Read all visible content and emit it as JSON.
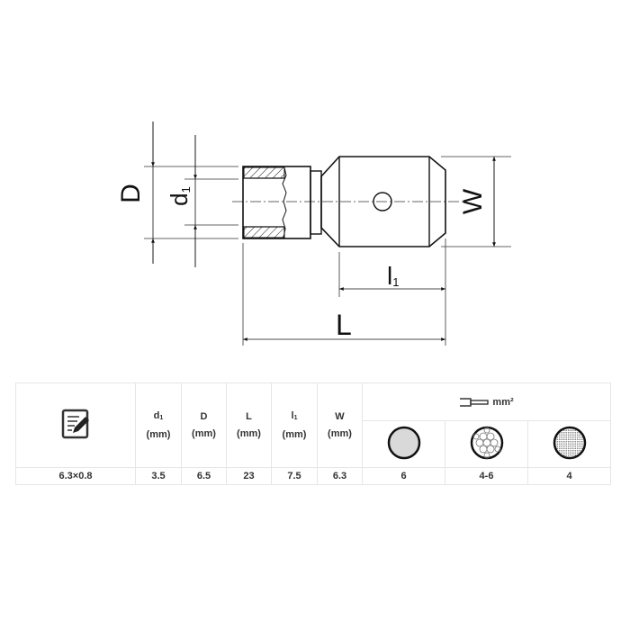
{
  "drawing": {
    "labels": {
      "D": "D",
      "d1_main": "d",
      "d1_sub": "1",
      "W": "W",
      "l1_main": "l",
      "l1_sub": "1",
      "L": "L"
    },
    "line_color": "#111111",
    "hatch_color": "#222222"
  },
  "table": {
    "icon": "edit-document-icon",
    "headers": [
      {
        "main": "d",
        "sub": "1",
        "unit": "(mm)"
      },
      {
        "main": "D",
        "sub": "",
        "unit": "(mm)"
      },
      {
        "main": "L",
        "sub": "",
        "unit": "(mm)"
      },
      {
        "main": "l",
        "sub": "1",
        "unit": "(mm)"
      },
      {
        "main": "W",
        "sub": "",
        "unit": "(mm)"
      }
    ],
    "wire_header": {
      "icon": "wire-terminal-icon",
      "unit": "mm²"
    },
    "wire_types": [
      {
        "icon": "solid-conductor-icon",
        "value": "6"
      },
      {
        "icon": "stranded-conductor-icon",
        "value": "4-6"
      },
      {
        "icon": "fine-stranded-conductor-icon",
        "value": "4"
      }
    ],
    "row": {
      "tab_size": "6.3×0.8",
      "d1": "3.5",
      "D": "6.5",
      "L": "23",
      "l1": "7.5",
      "W": "6.3"
    },
    "border_color": "#e6e6e6",
    "solid_fill": "#d9d9d9"
  }
}
